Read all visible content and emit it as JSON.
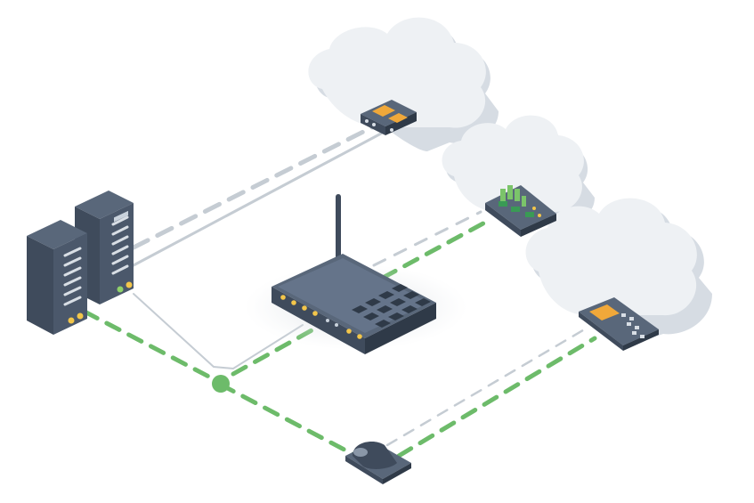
{
  "diagram": {
    "nodes": [
      {
        "id": "server-front",
        "kind": "server-rack-icon"
      },
      {
        "id": "server-back",
        "kind": "server-rack-icon"
      },
      {
        "id": "router",
        "kind": "wifi-router-icon"
      },
      {
        "id": "cloud-top",
        "kind": "cloud-icon"
      },
      {
        "id": "cloud-middle",
        "kind": "cloud-icon"
      },
      {
        "id": "cloud-right",
        "kind": "cloud-icon"
      },
      {
        "id": "gateway-device",
        "kind": "network-switch-icon"
      },
      {
        "id": "circuit-board",
        "kind": "circuit-board-icon"
      },
      {
        "id": "iot-module",
        "kind": "iot-module-icon"
      },
      {
        "id": "mouse-sensor",
        "kind": "sensor-puck-icon"
      },
      {
        "id": "junction",
        "kind": "junction-dot-icon"
      }
    ],
    "connections": [
      {
        "from": "server-back",
        "to": "gateway-device",
        "style": "dashed-gray"
      },
      {
        "from": "server-back",
        "to": "gateway-device",
        "style": "solid-gray"
      },
      {
        "from": "server-front",
        "to": "junction",
        "style": "dashed-green"
      },
      {
        "from": "junction",
        "to": "router",
        "style": "dashed-green"
      },
      {
        "from": "router",
        "to": "circuit-board",
        "style": "dashed-green"
      },
      {
        "from": "junction",
        "to": "mouse-sensor",
        "style": "dashed-green"
      },
      {
        "from": "mouse-sensor",
        "to": "iot-module",
        "style": "dashed-green"
      },
      {
        "from": "mouse-sensor",
        "to": "iot-module",
        "style": "dashed-gray"
      }
    ],
    "colors": {
      "link_green": "#6dbb6a",
      "link_gray": "#c5ccd3",
      "device_dark": "#3f4b5c",
      "device_mid": "#59677a",
      "cloud_fill": "#eef1f4",
      "cloud_shade": "#d6dce3",
      "accent_orange": "#f0a83a",
      "led_yellow": "#f3c64a",
      "led_green": "#8fd26a"
    }
  }
}
